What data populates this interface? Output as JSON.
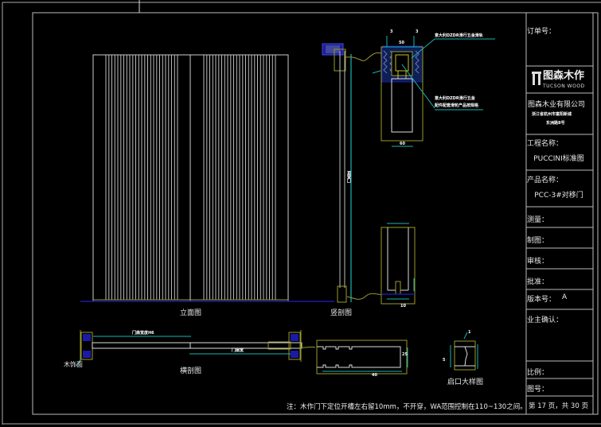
{
  "title_block": {
    "order_no_label": "订单号：",
    "logo_cn": "图森木作",
    "logo_en": "TUCSON WOOD",
    "company": "图森木业有限公司",
    "address_line1": "浙江省杭州市富阳新城",
    "address_line2": "东洲路8号",
    "project_label": "工程名称：",
    "project_value": "PUCCINI标准图",
    "product_label": "产品名称：",
    "product_value": "PCC-3#对移门",
    "survey_label": "测量：",
    "drawing_label": "制图：",
    "review_label": "审核：",
    "approve_label": "批准：",
    "version_label": "版本号：",
    "version_value": "A",
    "owner_confirm_label": "业主确认：",
    "scale_label": "比例：",
    "drawing_no_label": "图号：",
    "page_info": "第 17 页，共 30 页"
  },
  "views": {
    "elevation_label": "立面图",
    "vertical_section_label": "竖剖图",
    "horizontal_section_label": "横剖图",
    "detail_label": "启口大样图"
  },
  "annotations": {
    "track_note_top": "意大利DZDR滑行五金滑轨",
    "track_note_mid1": "意大利DZDR滑行五金",
    "track_note_mid2": "配件配套滑轮产品按规格",
    "door_height_dim": "门高度",
    "door_width_dim1": "门扇宽度H6",
    "door_width_dim2": "门扇宽",
    "trim_label": "木饰面",
    "dim_50": "50",
    "dim_60": "60",
    "dim_3a": "3",
    "dim_3b": "3",
    "dim_10": "10",
    "dim_1": "1",
    "dim_5": "5",
    "dim_25": "25",
    "dim_40": "40",
    "footer_note": "注：木作门下定位开槽左右留10mm，不开穿，WA范围控制在110~130之间。"
  },
  "colors": {
    "background": "#000000",
    "frame": "#c8c8c8",
    "olive": "#9a9a2a",
    "cyan": "#19b3b3",
    "blue": "#1a1aa8",
    "white": "#e6e6e6"
  }
}
